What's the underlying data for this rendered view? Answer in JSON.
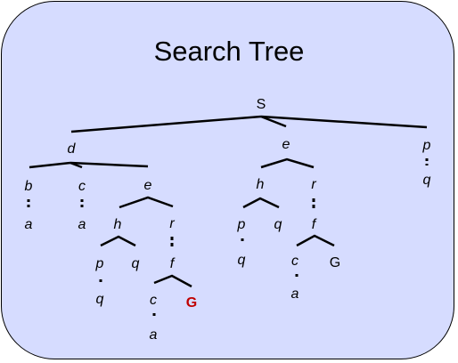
{
  "title": "Search Tree",
  "nodes": {
    "root": "S",
    "d": "d",
    "e": "e",
    "p": "p",
    "d_b": "b",
    "d_c": "c",
    "d_e": "e",
    "d_b_a": "a",
    "d_c_a": "a",
    "d_e_h": "h",
    "d_e_r": "r",
    "d_e_h_p": "p",
    "d_e_h_q": "q",
    "d_e_h_p_q": "q",
    "d_e_r_f": "f",
    "d_e_r_f_c": "c",
    "d_e_r_f_G": "G",
    "d_e_r_f_c_a": "a",
    "e_h": "h",
    "e_r": "r",
    "e_h_p": "p",
    "e_h_q": "q",
    "e_h_p_q": "q",
    "e_r_f": "f",
    "e_r_f_c": "c",
    "e_r_f_G": "G",
    "e_r_f_c_a": "a",
    "p_q": "q"
  },
  "colors": {
    "background": "#d6dcff",
    "goal": "#c00000"
  }
}
